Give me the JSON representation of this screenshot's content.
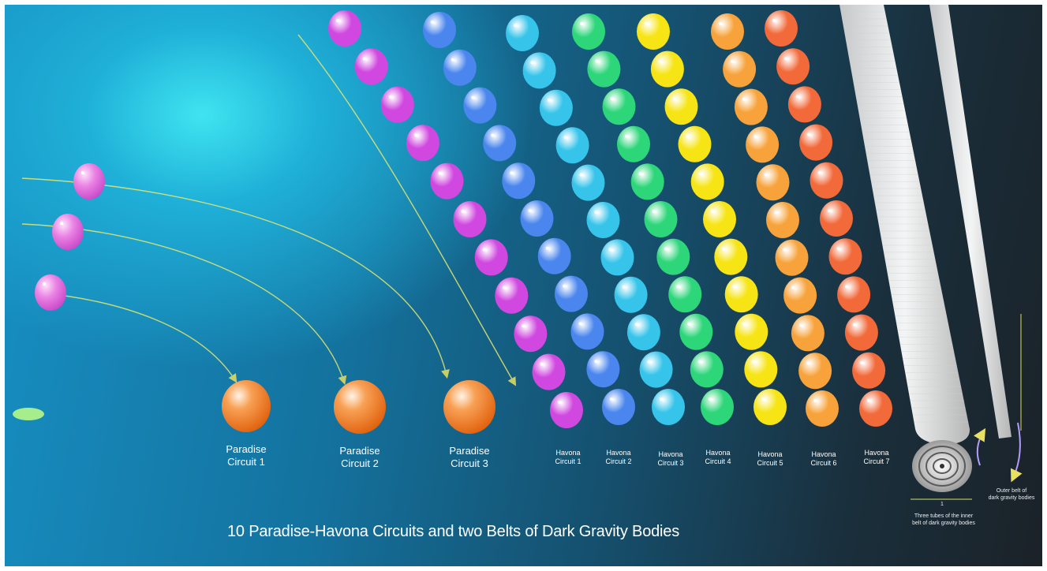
{
  "title": "10 Paradise-Havona Circuits and two Belts of Dark Gravity Bodies",
  "paradise_labels": [
    [
      "Paradise",
      "Circuit 1"
    ],
    [
      "Paradise",
      "Circuit 2"
    ],
    [
      "Paradise",
      "Circuit 3"
    ]
  ],
  "havona_labels": [
    [
      "Havona",
      "Circuit 1"
    ],
    [
      "Havona",
      "Circuit 2"
    ],
    [
      "Havona",
      "Circuit 3"
    ],
    [
      "Havona",
      "Circuit 4"
    ],
    [
      "Havona",
      "Circuit 5"
    ],
    [
      "Havona",
      "Circuit 6"
    ],
    [
      "Havona",
      "Circuit 7"
    ]
  ],
  "inner_belt_caption": [
    "Three tubes of the inner",
    "belt of dark gravity bodies"
  ],
  "outer_belt_caption": [
    "Outer belt of",
    "dark gravity bodies"
  ],
  "inner_belt_marker": "1",
  "colors": {
    "paradise_orb": "#f07a1a",
    "pink_orb": "#e060d8",
    "havona": [
      "#d048e0",
      "#4a86ee",
      "#36c4ea",
      "#2ed67a",
      "#f6e414",
      "#f7a23a",
      "#f26a3a"
    ],
    "arrow": "#e8e060",
    "belt": "#f2f2f2"
  }
}
